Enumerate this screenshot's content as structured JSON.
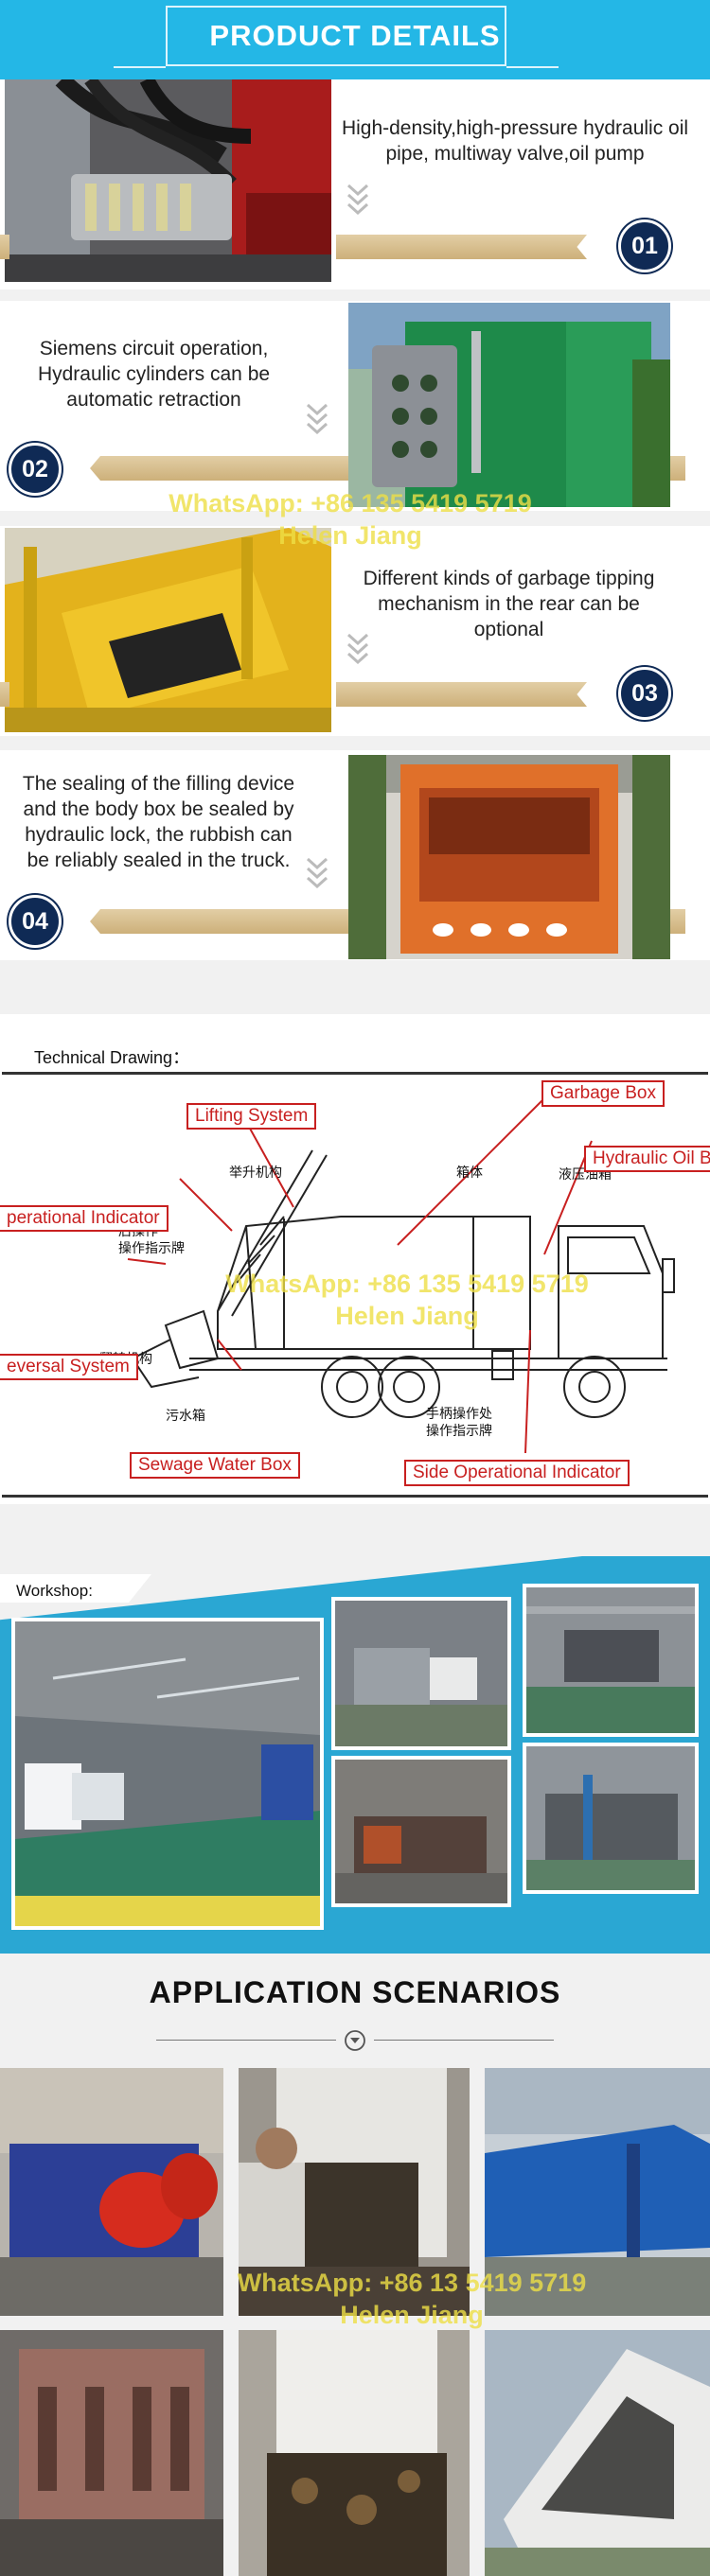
{
  "header": {
    "title": "PRODUCT DETAILS"
  },
  "features": [
    {
      "number": "01",
      "text": "High-density,high-pressure hydraulic oil pipe, multiway valve,oil pump"
    },
    {
      "number": "02",
      "text": "Siemens circuit operation, Hydraulic cylinders can be automatic retraction"
    },
    {
      "number": "03",
      "text": "Different kinds of garbage tipping mechanism in the rear can be optional"
    },
    {
      "number": "04",
      "text": "The sealing of the filling device and the body box be sealed by hydraulic lock, the rubbish can be reliably sealed in the truck."
    }
  ],
  "watermark": {
    "line1": "WhatsApp: +86 135 5419 5719",
    "line2": "Helen Jiang"
  },
  "watermark3": {
    "line1": "WhatsApp: +86 13 5419 5719",
    "line2": "Helen Jiang"
  },
  "technical": {
    "label": "Technical Drawing：",
    "callouts": {
      "garbage_box": "Garbage Box",
      "lifting_system": "Lifting System",
      "hydraulic_oil": "Hydraulic Oil B",
      "operational_indicator": "perational Indicator",
      "reversal_system": "eversal System",
      "sewage_water_box": "Sewage Water Box",
      "side_operational_indicator": "Side Operational Indicator"
    },
    "chinese": {
      "lift": "举升机构",
      "body": "箱体",
      "oil": "液压油箱",
      "indicator1": "后操作",
      "indicator2": "操作指示牌",
      "sewage": "污水箱",
      "side1": "手柄操作处",
      "side2": "操作指示牌",
      "rev": "翻转机构"
    }
  },
  "workshop": {
    "label": "Workshop:"
  },
  "application": {
    "title": "APPLICATION SCENARIOS"
  },
  "colors": {
    "accent": "#24b7e6",
    "navy": "#0f2a55",
    "ribbon": "#d9c196",
    "callout": "#c82020"
  }
}
